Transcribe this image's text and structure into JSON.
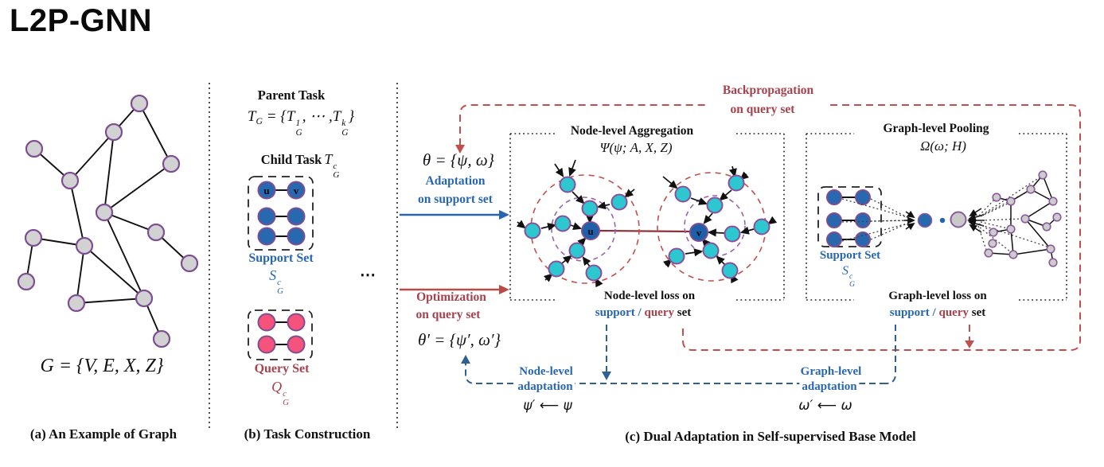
{
  "title": "L2P-GNN",
  "colors": {
    "accent_blue": "#2766b0",
    "accent_maroon": "#a4424d",
    "dash_red": "#c0504d",
    "dash_blue": "#2e6094",
    "node_cyan": "#2cc7cf",
    "node_blue": "#2768ae",
    "node_pink": "#f5527c",
    "node_gray": "#d2d2d2",
    "border_purple": "#7d4e92"
  },
  "panel_a": {
    "formula": "G = {V, E, X, Z}",
    "caption": "(a) An Example of Graph"
  },
  "panel_b": {
    "parent_task_label": "Parent Task",
    "parent_formula": {
      "t1": "T",
      "t1_sub": "G",
      "eq": " = {",
      "t2": "T",
      "t2_sup": "1",
      "t2_sub": "G",
      "dots": ", ⋯ ,",
      "t3": "T",
      "t3_sup": "k",
      "t3_sub": "G",
      "close": "}"
    },
    "child_task_label": "Child Task",
    "child_formula": {
      "t": "T",
      "sup": "c",
      "sub": "G"
    },
    "support_set": {
      "label": "Support Set",
      "symbol": {
        "letter": "S",
        "sup": "c",
        "sub": "G"
      },
      "node_u": "u",
      "node_v": "v"
    },
    "ellipsis": "⋯",
    "query_set": {
      "label": "Query Set",
      "symbol": {
        "letter": "Q",
        "sup": "c",
        "sub": "G"
      }
    },
    "caption": "(b) Task Construction"
  },
  "panel_c": {
    "backprop": {
      "line1": "Backpropagation",
      "line2": "on query set"
    },
    "theta_formula": "θ = {ψ, ω}",
    "adaptation": {
      "line1": "Adaptation",
      "line2": "on support set"
    },
    "optimization": {
      "line1": "Optimization",
      "line2": "on query set"
    },
    "theta_prime_formula": "θ′ = {ψ′, ω′}",
    "node_level": {
      "title": "Node-level  Aggregation",
      "formula": "Ψ(ψ; A, X, Z)",
      "center_u": "u",
      "center_v": "v",
      "loss": {
        "line1": "Node-level  loss on",
        "support": "support",
        "slash": "/",
        "query": "query",
        "set": "set"
      },
      "adaptation": {
        "line1": "Node-level",
        "line2": "adaptation",
        "formula": "ψ′ ⟵ ψ"
      }
    },
    "graph_level": {
      "title": "Graph-level  Pooling",
      "formula": "Ω(ω; H)",
      "support_set": {
        "label": "Support Set",
        "symbol": {
          "letter": "S",
          "sup": "c",
          "sub": "G"
        }
      },
      "loss": {
        "line1": "Graph-level  loss on",
        "support": "support",
        "slash": "/",
        "query": "query",
        "set": "set"
      },
      "adaptation": {
        "line1": "Graph-level",
        "line2": "adaptation",
        "formula": "ω′ ⟵ ω"
      }
    },
    "caption": "(c) Dual Adaptation in Self-supervised Base Model"
  }
}
